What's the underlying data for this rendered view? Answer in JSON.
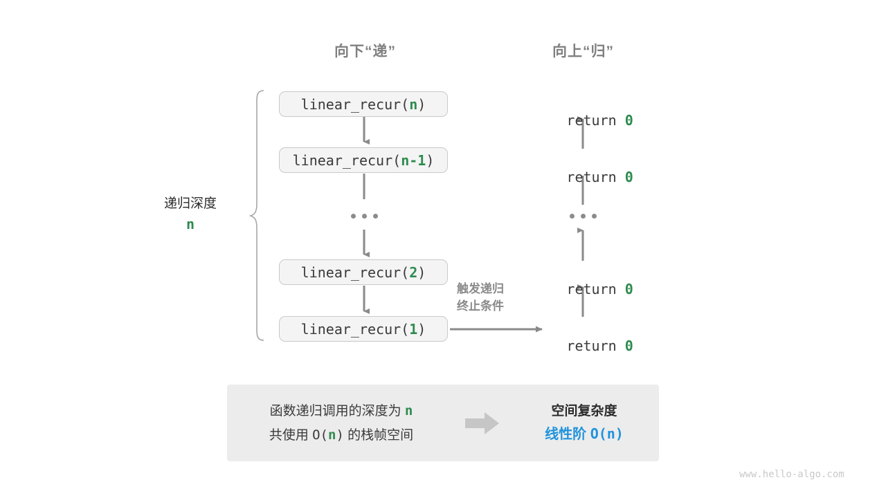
{
  "headers": {
    "down": "向下“递”",
    "up": "向上“归”"
  },
  "depth": {
    "label": "递归深度",
    "value": "n"
  },
  "calls": [
    {
      "prefix": "linear_recur(",
      "arg": "n",
      "suffix": ")"
    },
    {
      "prefix": "linear_recur(",
      "arg": "n-1",
      "suffix": ")"
    },
    {
      "prefix": "linear_recur(",
      "arg": "2",
      "suffix": ")"
    },
    {
      "prefix": "linear_recur(",
      "arg": "1",
      "suffix": ")"
    }
  ],
  "returns": [
    {
      "keyword": "return ",
      "value": "0"
    },
    {
      "keyword": "return ",
      "value": "0"
    },
    {
      "keyword": "return ",
      "value": "0"
    },
    {
      "keyword": "return ",
      "value": "0"
    }
  ],
  "trigger_note": {
    "line1": "触发递归",
    "line2": "终止条件"
  },
  "summary": {
    "left_line1_pre": "函数递归调用的深度为 ",
    "left_line1_hl": "n",
    "left_line2_pre": "共使用 ",
    "left_line2_mono_open": "O(",
    "left_line2_hl": "n",
    "left_line2_mono_close": ")",
    "left_line2_post": " 的栈帧空间",
    "right_title": "空间复杂度",
    "right_value_zh": "线性阶 ",
    "right_value_mono": "O(n)"
  },
  "watermark": "www.hello-algo.com",
  "colors": {
    "green": "#2e8b4f",
    "blue": "#1f93dd",
    "gray_arrow": "#8a8a8a",
    "box_fill": "#f4f4f4",
    "box_border": "#c9c9c9",
    "panel_fill": "#ececec"
  }
}
